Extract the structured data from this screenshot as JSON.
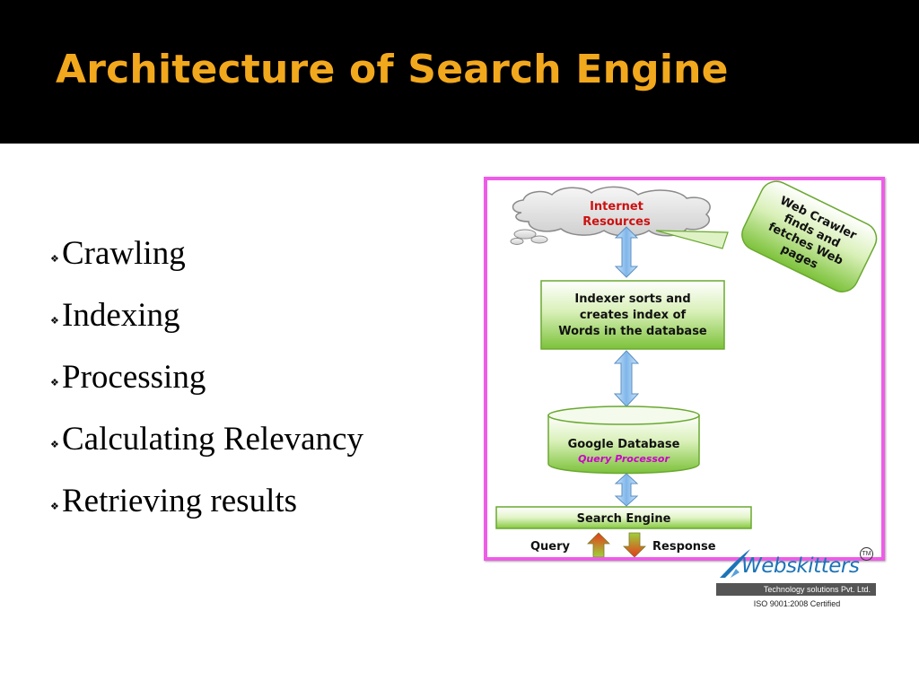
{
  "slide": {
    "title": "Architecture of Search Engine",
    "bullets": [
      "Crawling",
      "Indexing",
      "Processing",
      "Calculating Relevancy",
      "Retrieving results"
    ]
  },
  "diagram": {
    "cloud_line1": "Internet",
    "cloud_line2": "Resources",
    "callout_lines": [
      "Web Crawler",
      "finds and",
      "fetches Web",
      "pages"
    ],
    "indexer_lines": [
      "Indexer sorts and",
      "creates index of",
      "Words in the database"
    ],
    "database_label": "Google Database",
    "query_processor_label": "Query Processor",
    "search_engine_label": "Search Engine",
    "query_label": "Query",
    "response_label": "Response"
  },
  "logo": {
    "word_web": "Web",
    "word_skitters": "skitters",
    "tm": "TM",
    "tagline": "Technology solutions Pvt. Ltd.",
    "certification": "ISO 9001:2008 Certified"
  },
  "colors": {
    "title_bar": "#000000",
    "title_text": "#f2a81d",
    "frame_border": "#ee5ce7",
    "box_green": "#86c93e",
    "cloud_text": "#cc1111",
    "query_processor_text": "#cc00cc",
    "arrow_blue": "#8fc3ee",
    "logo_blue": "#1b74b8"
  }
}
